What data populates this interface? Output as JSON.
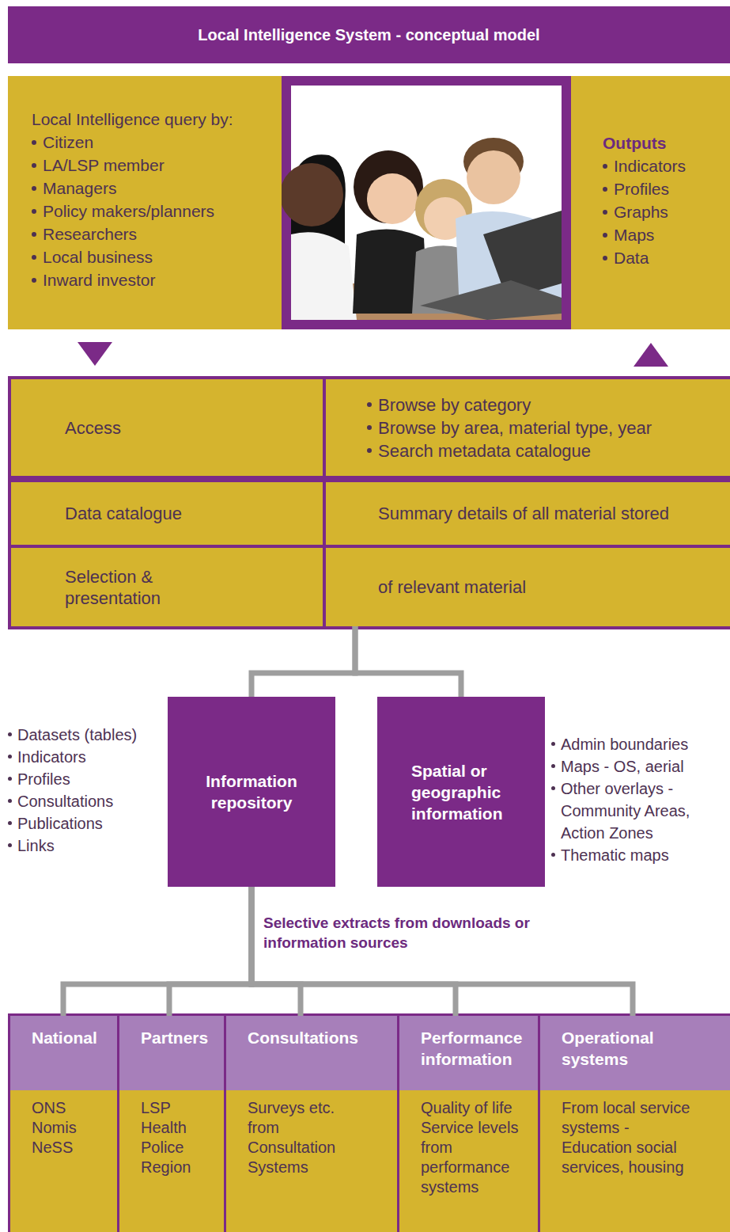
{
  "diagram": {
    "title": "Local Intelligence System - conceptual model",
    "nodes": [
      {
        "text": [
          "Local Intelligence query by:",
          "Citizen",
          "LA/LSP member",
          "Managers",
          "Policy makers/planners",
          "Researchers",
          "Local business",
          "Inward investor"
        ]
      },
      {
        "text": [
          "Outputs",
          "Indicators",
          "Profiles",
          "Graphs",
          "Maps",
          "Data"
        ]
      },
      {
        "text": [
          "Access"
        ]
      },
      {
        "text": [
          "Browse by category",
          "Browse by area, material type, year",
          "Search metadata catalogue"
        ]
      },
      {
        "text": [
          "Data catalogue"
        ]
      },
      {
        "text": [
          "Summary details of all material stored"
        ]
      },
      {
        "text": [
          "Selection & presentation"
        ]
      },
      {
        "text": [
          "of relevant material"
        ]
      },
      {
        "text": [
          "Information repository"
        ]
      },
      {
        "text": [
          "Spatial or geographic information"
        ]
      },
      {
        "text": [
          "National",
          "ONS Nomis NeSS"
        ]
      },
      {
        "text": [
          "Partners",
          "LSP Health Police Region"
        ]
      },
      {
        "text": [
          "Consultations",
          "Surveys etc. from Consultation Systems"
        ]
      },
      {
        "text": [
          "Performance information",
          "Quality of life Service levels from performance systems"
        ]
      },
      {
        "text": [
          "Operational systems",
          "From local service systems - Education social services, housing"
        ]
      }
    ],
    "edges": [
      {
        "from": 0,
        "to": 2,
        "arrow": "to"
      },
      {
        "from": 3,
        "to": 1,
        "arrow": "to"
      },
      {
        "from": 7,
        "to": 8,
        "arrow": "none"
      },
      {
        "from": 7,
        "to": 9,
        "arrow": "none"
      },
      {
        "from": 10,
        "to": 8,
        "arrow": "none"
      },
      {
        "from": 11,
        "to": 8,
        "arrow": "none"
      },
      {
        "from": 12,
        "to": 8,
        "arrow": "none"
      },
      {
        "from": 13,
        "to": 8,
        "arrow": "none"
      },
      {
        "from": 14,
        "to": 8,
        "arrow": "none"
      }
    ],
    "labels": [
      "Datasets (tables)",
      "Indicators",
      "Profiles",
      "Consultations",
      "Publications",
      "Links",
      "Admin boundaries",
      "Maps - OS, aerial",
      "Other overlays - Community Areas, Action Zones",
      "Thematic maps",
      "Selective extracts from downloads or information sources"
    ]
  }
}
